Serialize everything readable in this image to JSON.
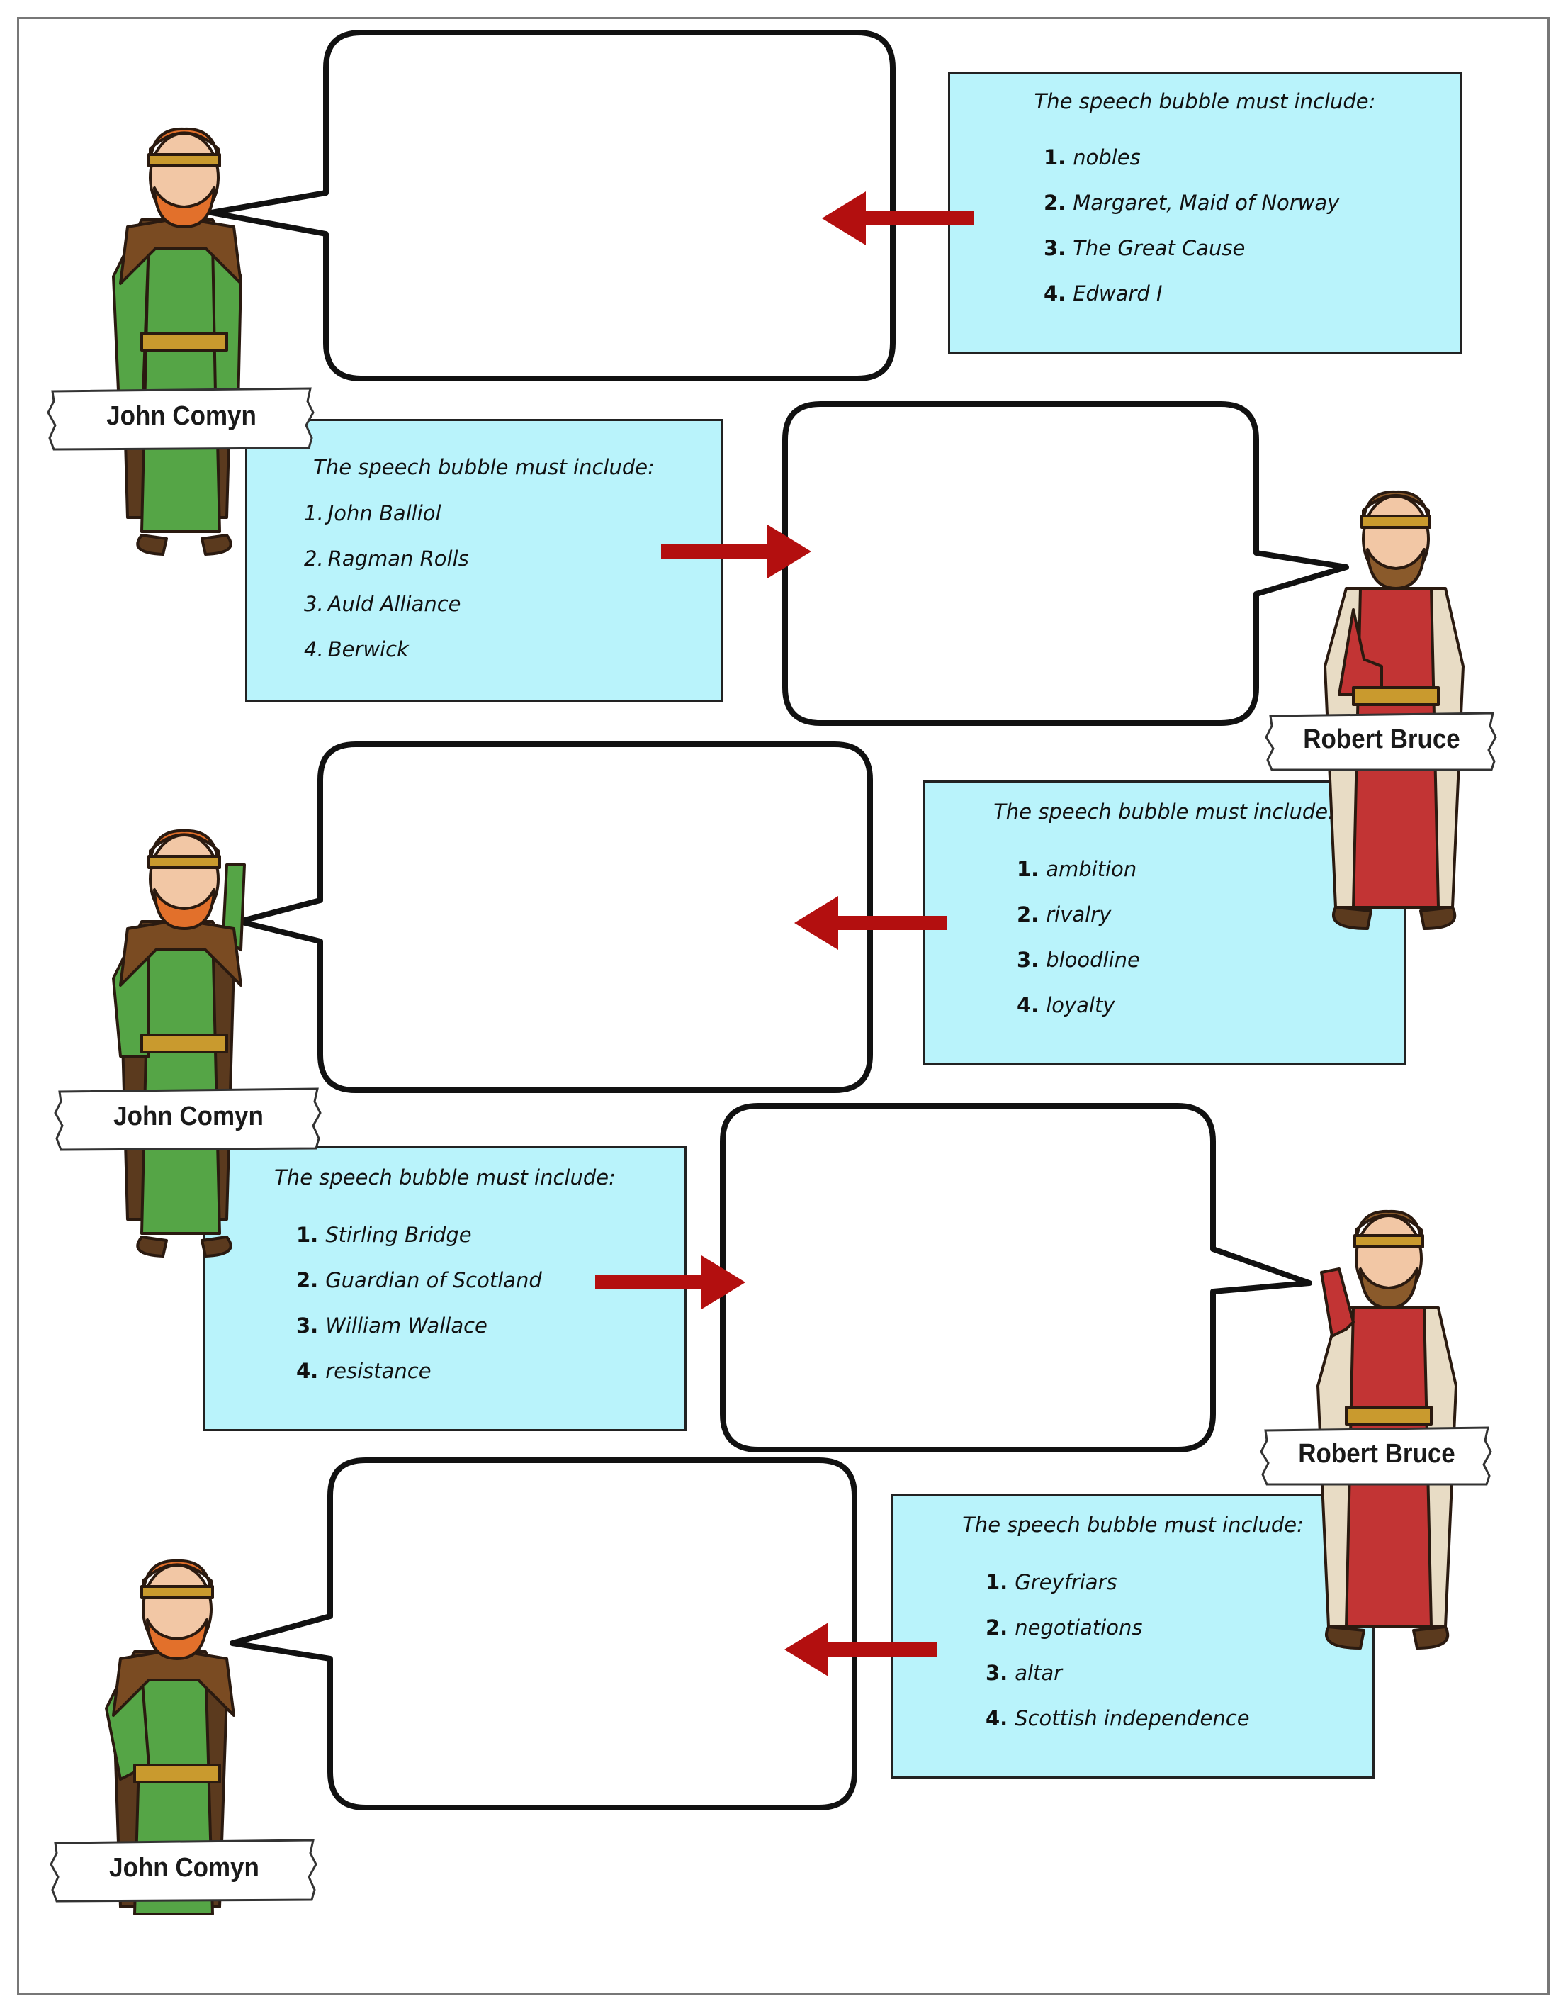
{
  "colors": {
    "box_fill": "#b9f3fb",
    "arrow": "#b30f0f",
    "comyn_robe": "#55a546",
    "bruce_robe": "#c23434"
  },
  "rows": [
    {
      "speaker": "John Comyn",
      "header": "The speech bubble must include:",
      "items": [
        {
          "num": "1.",
          "text": "nobles"
        },
        {
          "num": "2.",
          "text": "Margaret, Maid of Norway"
        },
        {
          "num": "3.",
          "text": "The Great Cause"
        },
        {
          "num": "4.",
          "text": "Edward I"
        }
      ]
    },
    {
      "speaker": "Robert Bruce",
      "header": "The speech bubble must include:",
      "items": [
        {
          "num": "1.",
          "text": "John Balliol"
        },
        {
          "num": "2.",
          "text": "Ragman Rolls"
        },
        {
          "num": "3.",
          "text": "Auld Alliance"
        },
        {
          "num": "4.",
          "text": "Berwick"
        }
      ]
    },
    {
      "speaker": "John Comyn",
      "header": "The speech bubble must include:",
      "items": [
        {
          "num": "1.",
          "text": "ambition"
        },
        {
          "num": "2.",
          "text": "rivalry"
        },
        {
          "num": "3.",
          "text": "bloodline"
        },
        {
          "num": "4.",
          "text": "loyalty"
        }
      ]
    },
    {
      "speaker": "Robert Bruce",
      "header": "The speech bubble must include:",
      "items": [
        {
          "num": "1.",
          "text": "Stirling Bridge"
        },
        {
          "num": "2.",
          "text": "Guardian of Scotland"
        },
        {
          "num": "3.",
          "text": "William Wallace"
        },
        {
          "num": "4.",
          "text": "resistance"
        }
      ]
    },
    {
      "speaker": "John Comyn",
      "header": "The speech bubble must include:",
      "items": [
        {
          "num": "1.",
          "text": "Greyfriars"
        },
        {
          "num": "2.",
          "text": "negotiations"
        },
        {
          "num": "3.",
          "text": "altar"
        },
        {
          "num": "4.",
          "text": "Scottish independence"
        }
      ]
    }
  ]
}
